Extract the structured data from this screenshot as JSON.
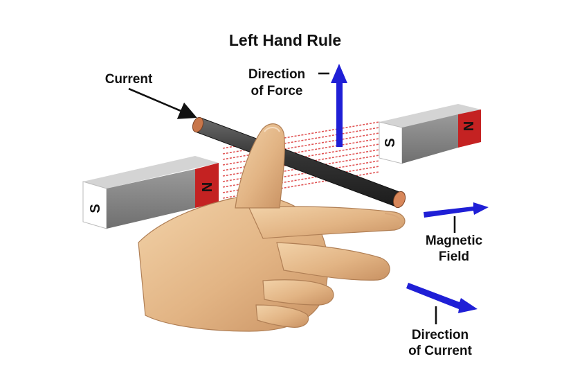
{
  "title": "Left Hand Rule",
  "labels": {
    "current": "Current",
    "force_line1": "Direction",
    "force_line2": "of Force",
    "field_line1": "Magnetic",
    "field_line2": "Field",
    "dir_current_line1": "Direction",
    "dir_current_line2": "of Current"
  },
  "magnets": {
    "left": {
      "south": "S",
      "north": "N"
    },
    "right": {
      "south": "S",
      "north": "N"
    }
  },
  "colors": {
    "arrow_blue": "#1f1fd6",
    "north_red": "#c42222",
    "field_lines": "#e05555",
    "conductor": "#3a3a3a",
    "copper": "#c8764a",
    "skin": "#e4b98a"
  }
}
